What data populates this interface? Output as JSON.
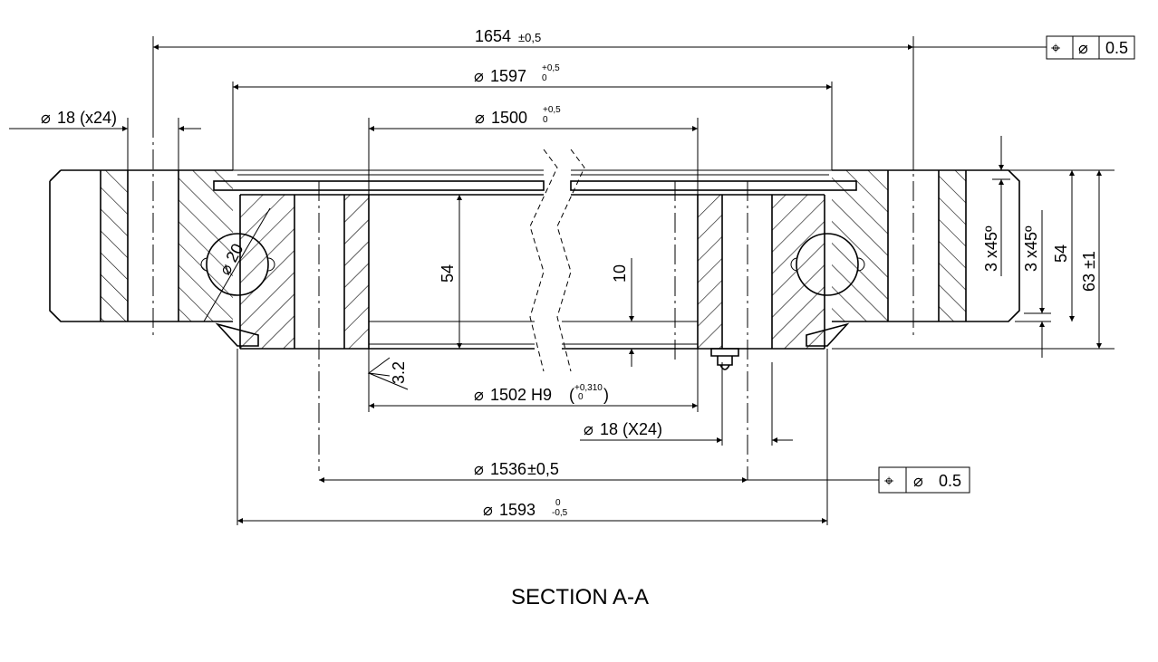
{
  "dimensions": {
    "overall_bolt_circle": {
      "value": "1654",
      "tol": "±0,5"
    },
    "d1597": {
      "symbol": "⌀",
      "value": "1597",
      "tol_upper": "+0,5",
      "tol_lower": "0"
    },
    "d1500": {
      "symbol": "⌀",
      "value": "1500",
      "tol_upper": "+0,5",
      "tol_lower": "0"
    },
    "outer_holes": {
      "symbol": "⌀",
      "value": "18 (x24)"
    },
    "ball": {
      "symbol": "⌀",
      "value": "20"
    },
    "height_inner": "54",
    "depth": "10",
    "roughness": "3.2",
    "d1502": {
      "symbol": "⌀",
      "value": "1502 H9",
      "tol_upper": "+0,310",
      "tol_lower": "0"
    },
    "inner_holes": {
      "symbol": "⌀",
      "value": "18 (X24)"
    },
    "d1536": {
      "symbol": "⌀",
      "value": "1536",
      "tol": "±0,5"
    },
    "d1593": {
      "symbol": "⌀",
      "value": "1593",
      "tol_upper": "0",
      "tol_lower": "-0,5"
    },
    "chamfer_top": "3 x45º",
    "chamfer_bottom": "3 x45º",
    "height_outer": "54",
    "height_total": "63 ±1"
  },
  "tolerance_frames": [
    {
      "symbol": "⌖",
      "diameter": "⌀",
      "value": "0.5"
    },
    {
      "symbol": "⌖",
      "diameter": "⌀",
      "value": "0.5"
    }
  ],
  "caption": "SECTION A-A"
}
